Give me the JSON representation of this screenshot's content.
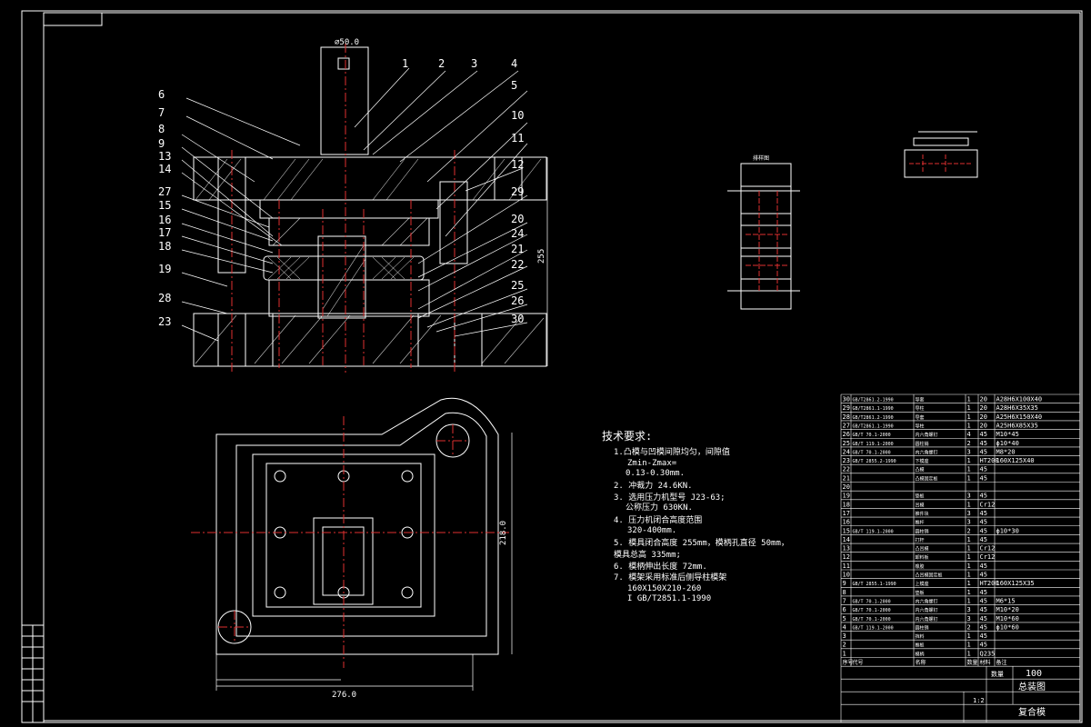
{
  "drawing": {
    "dims": {
      "top_width": "⌀50.0",
      "height": "255",
      "plan_height": "218.0",
      "plan_width": "276.0"
    },
    "callouts": [
      "1",
      "2",
      "3",
      "4",
      "5",
      "6",
      "7",
      "8",
      "9",
      "10",
      "11",
      "12",
      "13",
      "14",
      "15",
      "16",
      "17",
      "18",
      "19",
      "20",
      "21",
      "22",
      "23",
      "24",
      "25",
      "26",
      "27",
      "28",
      "29",
      "30"
    ],
    "strip_title": "排样图",
    "notes_title": "技术要求:",
    "notes": [
      "1.凸模与凹模间隙均匀，间隙值",
      "Zmin-Zmax=",
      "0.13-0.30mm.",
      "2. 冲裁力 24.6KN.",
      "3. 选用压力机型号 J23-63;",
      "公称压力 630KN.",
      "4. 压力机闭合高度范围",
      "320-400mm.",
      "5. 模具闭合高度 255mm，模柄孔直径 50mm，",
      "模具总高 335mm;",
      "6. 模柄伸出长度 72mm.",
      "7. 模架采用标准后侧导柱模架",
      "160X150X210-260",
      "I GB/T2851.1-1990"
    ],
    "bom_rows": [
      {
        "no": "30",
        "std": "GB/T2861.2-1990",
        "name": "导套",
        "qty": "1",
        "mat": "20",
        "note": "A28H6X100X40"
      },
      {
        "no": "29",
        "std": "GB/T2861.1-1990",
        "name": "导柱",
        "qty": "1",
        "mat": "20",
        "note": "A28H6X35X35"
      },
      {
        "no": "28",
        "std": "GB/T2861.2-1990",
        "name": "导套",
        "qty": "1",
        "mat": "20",
        "note": "A25H6X150X40"
      },
      {
        "no": "27",
        "std": "GB/T2861.1-1990",
        "name": "导柱",
        "qty": "1",
        "mat": "20",
        "note": "A25H6X85X35"
      },
      {
        "no": "26",
        "std": "GB/T 70.1-2000",
        "name": "内六角螺钉",
        "qty": "4",
        "mat": "45",
        "note": "M10*45"
      },
      {
        "no": "25",
        "std": "GB/T 119.1-2000",
        "name": "圆柱销",
        "qty": "2",
        "mat": "45",
        "note": "ϕ10*40"
      },
      {
        "no": "24",
        "std": "GB/T 70.1-2000",
        "name": "内六角螺钉",
        "qty": "3",
        "mat": "45",
        "note": "M8*20"
      },
      {
        "no": "23",
        "std": "GB/T 2855.2-1990",
        "name": "下模座",
        "qty": "1",
        "mat": "HT200",
        "note": "160X125X40"
      },
      {
        "no": "22",
        "std": "",
        "name": "凸模",
        "qty": "1",
        "mat": "45",
        "note": ""
      },
      {
        "no": "21",
        "std": "",
        "name": "凸模固定板",
        "qty": "1",
        "mat": "45",
        "note": ""
      },
      {
        "no": "20",
        "std": "",
        "name": "",
        "qty": "",
        "mat": "",
        "note": ""
      },
      {
        "no": "19",
        "std": "",
        "name": "垫板",
        "qty": "3",
        "mat": "45",
        "note": ""
      },
      {
        "no": "18",
        "std": "",
        "name": "凹模",
        "qty": "1",
        "mat": "Cr12",
        "note": ""
      },
      {
        "no": "17",
        "std": "",
        "name": "推件块",
        "qty": "3",
        "mat": "45",
        "note": ""
      },
      {
        "no": "16",
        "std": "",
        "name": "推杆",
        "qty": "3",
        "mat": "45",
        "note": ""
      },
      {
        "no": "15",
        "std": "GB/T 119.1-2000",
        "name": "圆柱销",
        "qty": "2",
        "mat": "45",
        "note": "ϕ10*30"
      },
      {
        "no": "14",
        "std": "",
        "name": "打杆",
        "qty": "1",
        "mat": "45",
        "note": ""
      },
      {
        "no": "13",
        "std": "",
        "name": "凸凹模",
        "qty": "1",
        "mat": "Cr12",
        "note": ""
      },
      {
        "no": "12",
        "std": "",
        "name": "卸料板",
        "qty": "1",
        "mat": "Cr12",
        "note": ""
      },
      {
        "no": "11",
        "std": "",
        "name": "橡胶",
        "qty": "1",
        "mat": "45",
        "note": ""
      },
      {
        "no": "10",
        "std": "",
        "name": "凸凹模固定板",
        "qty": "1",
        "mat": "45",
        "note": ""
      },
      {
        "no": "9",
        "std": "GB/T 2855.1-1990",
        "name": "上模座",
        "qty": "1",
        "mat": "HT200",
        "note": "160X125X35"
      },
      {
        "no": "8",
        "std": "",
        "name": "垫板",
        "qty": "1",
        "mat": "45",
        "note": ""
      },
      {
        "no": "7",
        "std": "GB/T 70.1-2000",
        "name": "内六角螺钉",
        "qty": "1",
        "mat": "45",
        "note": "M6*15"
      },
      {
        "no": "6",
        "std": "GB/T 70.1-2000",
        "name": "内六角螺钉",
        "qty": "3",
        "mat": "45",
        "note": "M10*20"
      },
      {
        "no": "5",
        "std": "GB/T 70.1-2000",
        "name": "内六角螺钉",
        "qty": "3",
        "mat": "45",
        "note": "M10*60"
      },
      {
        "no": "4",
        "std": "GB/T 119.1-2000",
        "name": "圆柱销",
        "qty": "2",
        "mat": "45",
        "note": "ϕ10*60"
      },
      {
        "no": "3",
        "std": "",
        "name": "挡料",
        "qty": "1",
        "mat": "45",
        "note": ""
      },
      {
        "no": "2",
        "std": "",
        "name": "推板",
        "qty": "1",
        "mat": "45",
        "note": ""
      },
      {
        "no": "1",
        "std": "",
        "name": "模柄",
        "qty": "1",
        "mat": "Q235",
        "note": ""
      }
    ],
    "bom_header": {
      "no": "序号",
      "std": "代号",
      "name": "名称",
      "qty": "数量",
      "mat": "材料",
      "note": "备注"
    },
    "title_block": {
      "qty_label": "数量",
      "qty_value": "100",
      "title": "总装图",
      "part_name": "复合模",
      "scale": "1:2"
    }
  }
}
